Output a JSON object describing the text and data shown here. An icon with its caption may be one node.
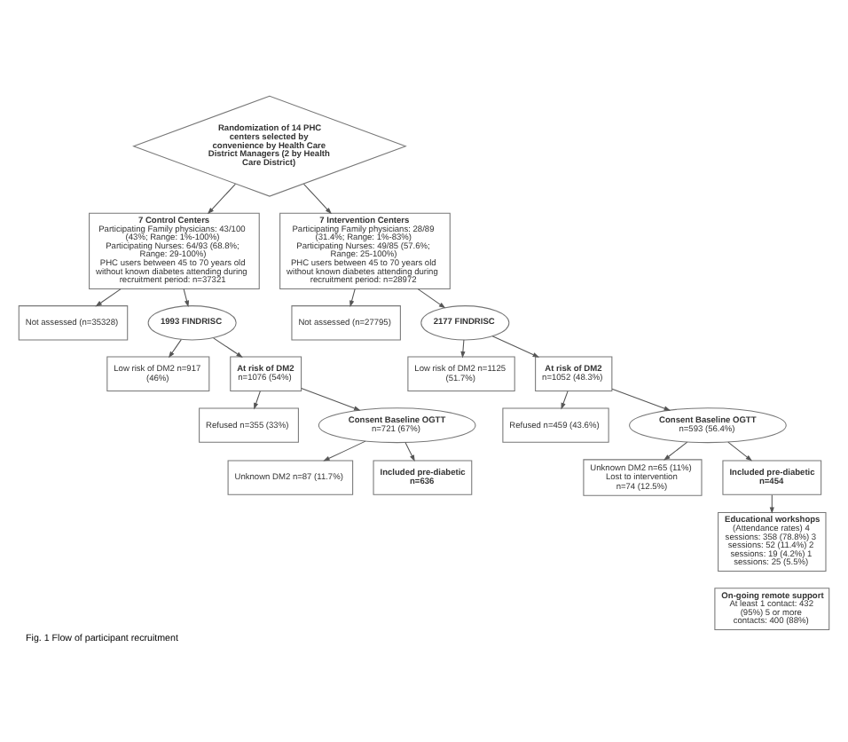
{
  "diagram": {
    "caption": "Fig. 1 Flow of participant recruitment",
    "nodes": [
      {
        "text": [
          "Randomization of 14 PHC centers selected by convenience by Health Care District Managers (2 by Health Care District)"
        ]
      },
      {
        "text": [
          "7 Control Centers",
          "Participating Family physicians: 43/100 (43%; Range: 1%-100%)",
          "Participating Nurses: 64/93 (68.8%; Range: 29-100%)",
          "PHC users between 45 to 70 years old without known diabetes attending during recruitment period: n=37321"
        ]
      },
      {
        "text": [
          "Not assessed (n=35328)"
        ]
      },
      {
        "text": [
          "1993 FINDRISC"
        ]
      },
      {
        "text": [
          "Low risk of DM2 n=917 (46%)"
        ]
      },
      {
        "text": [
          "At risk of DM2",
          "n=1076 (54%)"
        ]
      },
      {
        "text": [
          "Refused n=355 (33%)"
        ]
      },
      {
        "text": [
          "Consent Baseline OGTT",
          "n=721 (67%)"
        ]
      },
      {
        "text": [
          "Unknown DM2 n=87 (11.7%)"
        ]
      },
      {
        "text": [
          "Included pre-diabetic n=636"
        ]
      },
      {
        "text": [
          "7 Intervention Centers",
          "Participating Family physicians: 28/89 (31.4%; Range: 1%-83%)",
          "Participating Nurses: 49/85 (57.6%; Range: 25-100%)",
          "PHC users between 45 to 70 years old without known diabetes attending during recruitment period: n=28972"
        ]
      },
      {
        "text": [
          "Not assessed (n=27795)"
        ]
      },
      {
        "text": [
          "2177 FINDRISC"
        ]
      },
      {
        "text": [
          "Low risk of DM2 n=1125 (51.7%)"
        ]
      },
      {
        "text": [
          "At risk of DM2",
          "n=1052 (48.3%)"
        ]
      },
      {
        "text": [
          "Refused n=459 (43.6%)"
        ]
      },
      {
        "text": [
          "Consent Baseline OGTT",
          "n=593 (56.4%)"
        ]
      },
      {
        "text": [
          "Unknown DM2 n=65 (11%) Lost to intervention n=74 (12.5%)"
        ]
      },
      {
        "text": [
          "Included pre-diabetic n=454"
        ]
      },
      {
        "text": [
          "Educational workshops",
          "(Attendance rates) 4 sessions: 358 (78.8%) 3 sessions: 52 (11.4%) 2 sessions: 19 (4.2%) 1 sessions: 25 (5.5%)"
        ]
      },
      {
        "text": [
          "On-going remote support",
          "At least 1 contact: 432 (95%) 5 or more contacts: 400 (88%)"
        ]
      }
    ],
    "edges": [
      {
        "from": 0,
        "to": 1,
        "arrow": "to"
      },
      {
        "from": 0,
        "to": 10,
        "arrow": "to"
      },
      {
        "from": 1,
        "to": 2,
        "arrow": "to"
      },
      {
        "from": 1,
        "to": 3,
        "arrow": "to"
      },
      {
        "from": 3,
        "to": 4,
        "arrow": "to"
      },
      {
        "from": 3,
        "to": 5,
        "arrow": "to"
      },
      {
        "from": 5,
        "to": 6,
        "arrow": "to"
      },
      {
        "from": 5,
        "to": 7,
        "arrow": "to"
      },
      {
        "from": 7,
        "to": 8,
        "arrow": "to"
      },
      {
        "from": 7,
        "to": 9,
        "arrow": "to"
      },
      {
        "from": 10,
        "to": 11,
        "arrow": "to"
      },
      {
        "from": 10,
        "to": 12,
        "arrow": "to"
      },
      {
        "from": 12,
        "to": 13,
        "arrow": "to"
      },
      {
        "from": 12,
        "to": 14,
        "arrow": "to"
      },
      {
        "from": 14,
        "to": 15,
        "arrow": "to"
      },
      {
        "from": 14,
        "to": 16,
        "arrow": "to"
      },
      {
        "from": 16,
        "to": 17,
        "arrow": "to"
      },
      {
        "from": 16,
        "to": 18,
        "arrow": "to"
      },
      {
        "from": 18,
        "to": 19,
        "arrow": "to"
      }
    ]
  }
}
